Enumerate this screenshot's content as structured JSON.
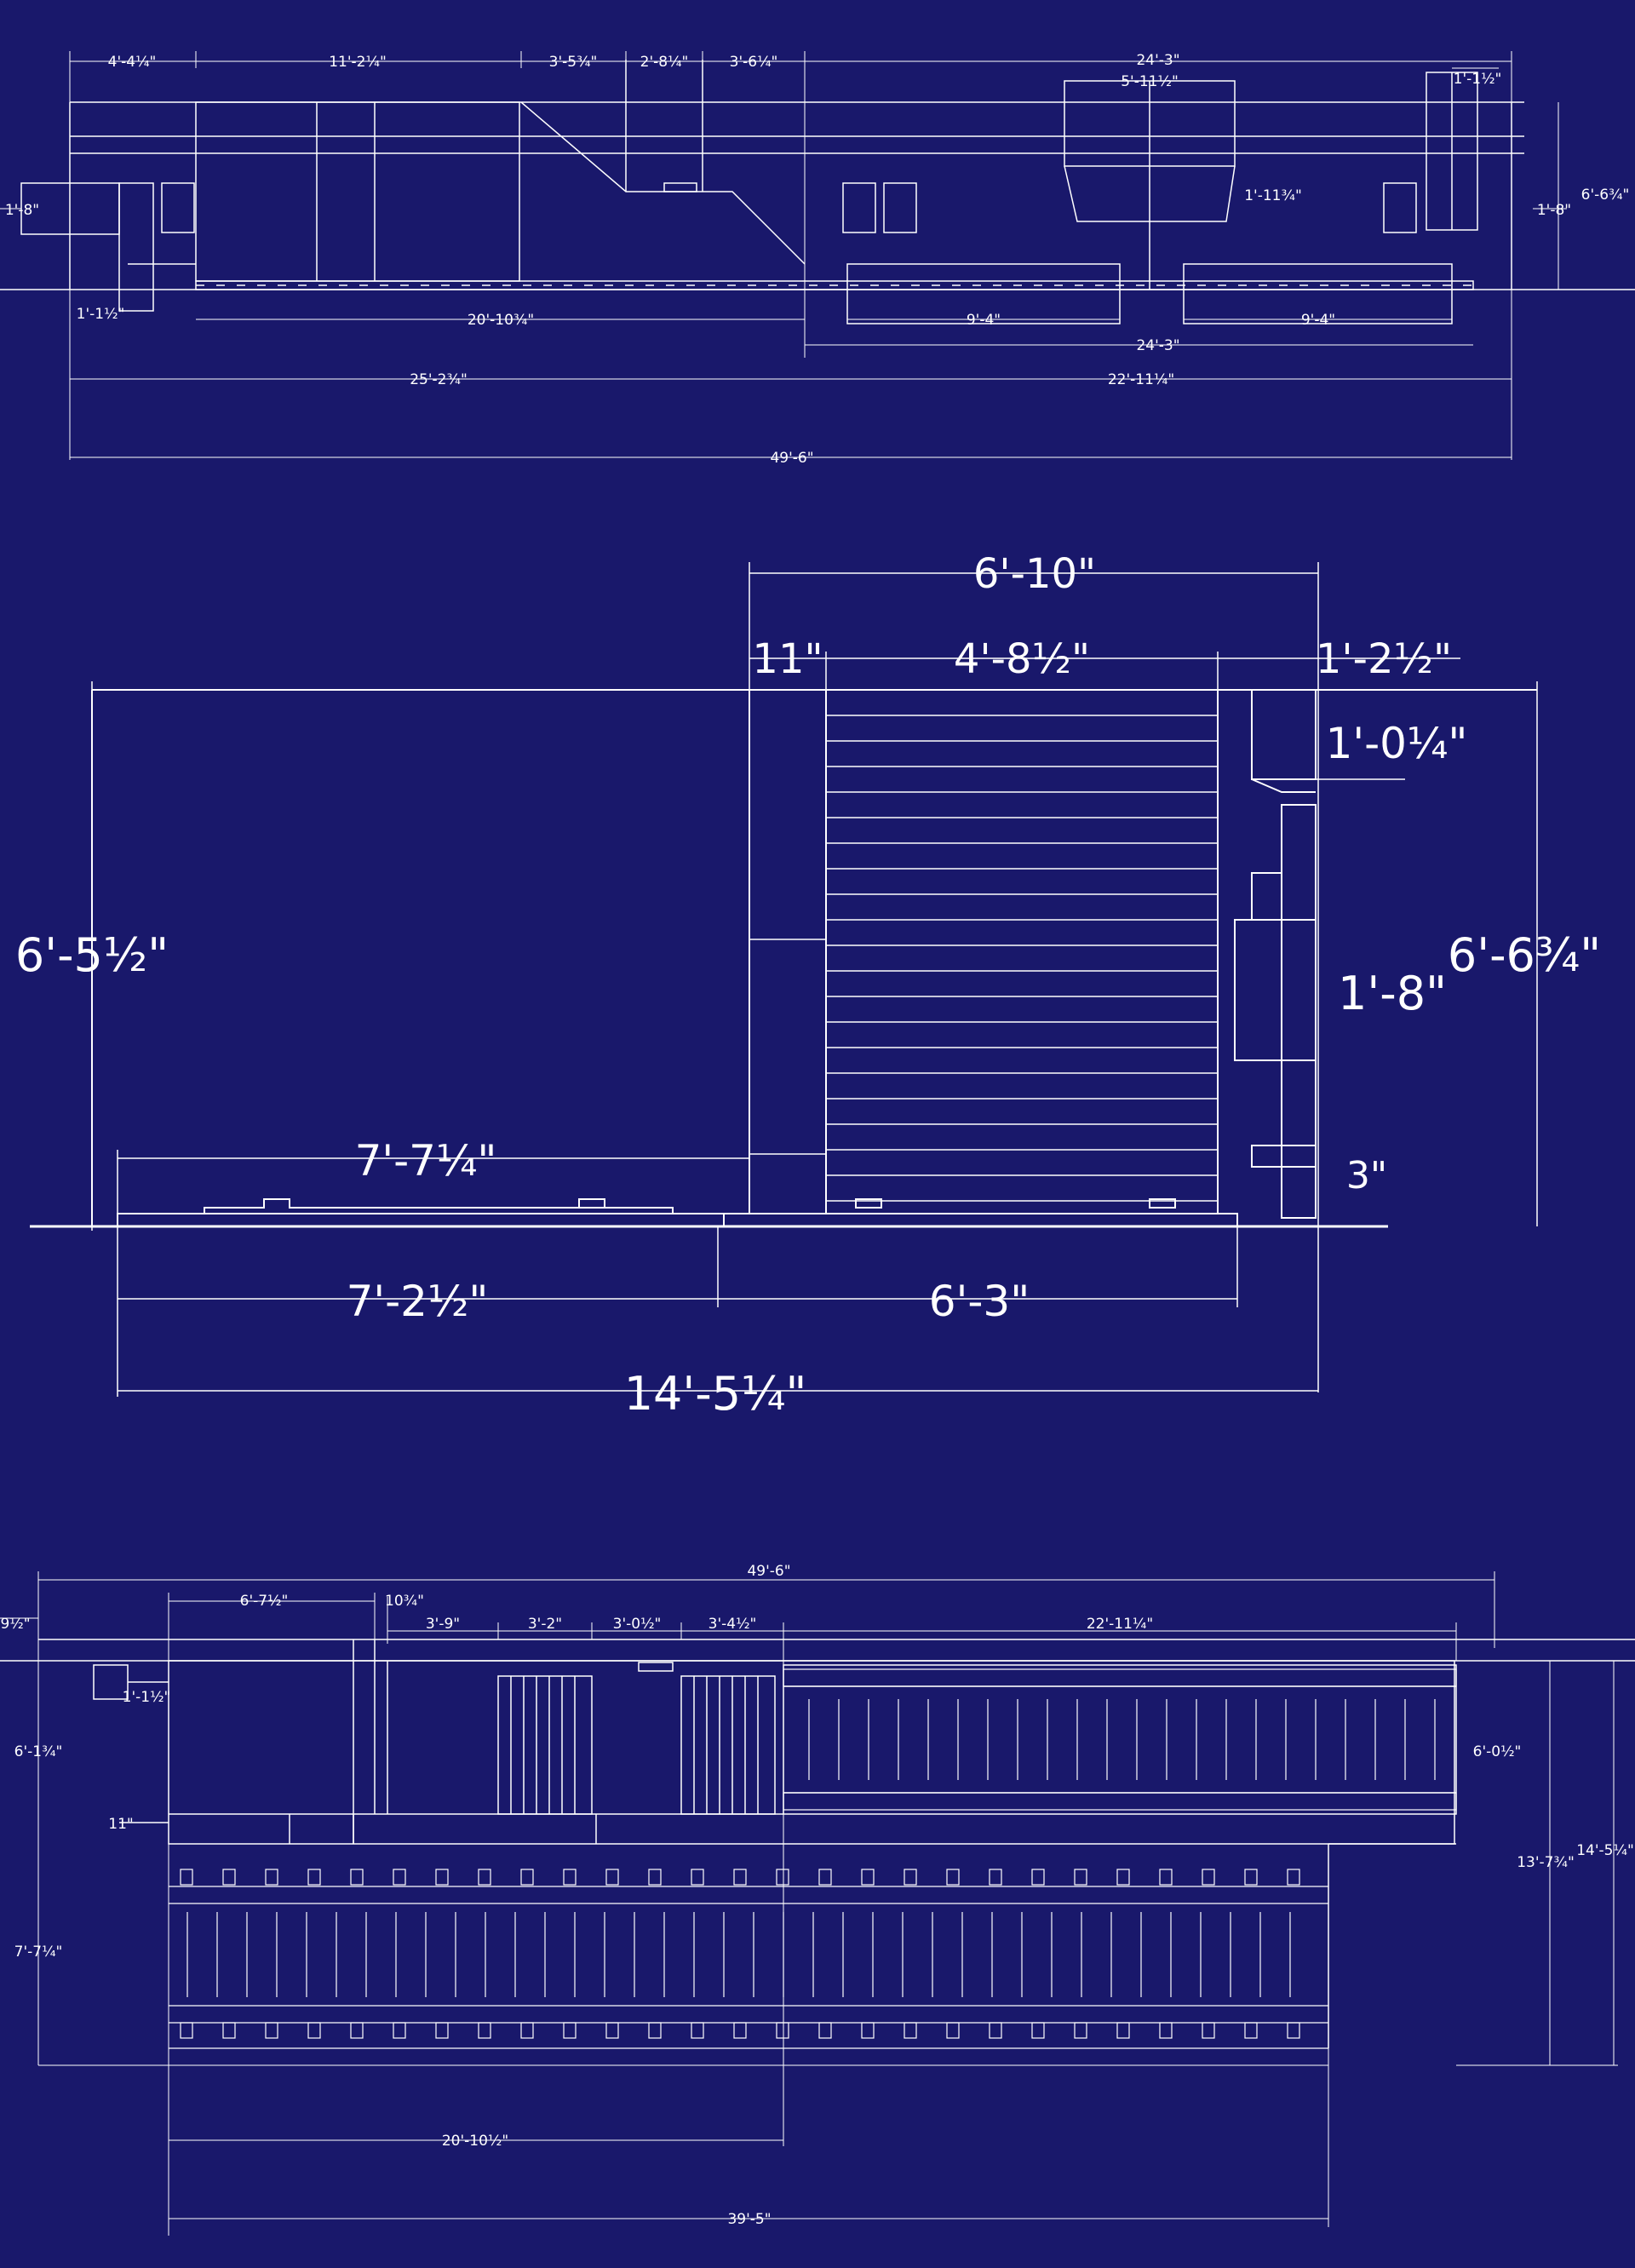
{
  "colors": {
    "background": "#19186b",
    "ink": "#ffffff"
  },
  "side_elevation": {
    "dims_top": [
      "4'-4¼\"",
      "11'-2¼\"",
      "3'-5¾\"",
      "2'-8¼\"",
      "3'-6¼\"",
      "24'-3\"",
      "5'-11½\"",
      "1'-1½\""
    ],
    "dims_side": [
      "1'-8\"",
      "1'-11¾\"",
      "1'-8\"",
      "6'-6¾\"",
      "1'-1½\""
    ],
    "dims_bottom": [
      "20'-10¾\"",
      "9'-4\"",
      "9'-4\"",
      "24'-3\"",
      "25'-2¾\"",
      "22'-11¼\"",
      "49'-6\""
    ]
  },
  "end_elevation": {
    "dims_top": [
      "6'-10\"",
      "11\"",
      "4'-8½\"",
      "1'-2½\"",
      "1'-0¼\""
    ],
    "dims_side": [
      "6'-5½\"",
      "6'-6¾\"",
      "1'-8\"",
      "3\""
    ],
    "dims_bottom": [
      "7'-7¼\"",
      "7'-2½\"",
      "6'-3\"",
      "14'-5¼\""
    ]
  },
  "plan_view": {
    "dims_top": [
      "49'-6\"",
      "6'-7½\"",
      "10¾\"",
      "3'-9\"",
      "3'-2\"",
      "3'-0½\"",
      "3'-4½\"",
      "22'-11¼\"",
      "9½\""
    ],
    "dims_side": [
      "1'-1½\"",
      "6'-1¾\"",
      "11\"",
      "7'-7¼\"",
      "6'-0½\"",
      "13'-7¾\"",
      "14'-5¼\""
    ],
    "dims_bottom": [
      "20'-10½\"",
      "39'-5\""
    ]
  }
}
